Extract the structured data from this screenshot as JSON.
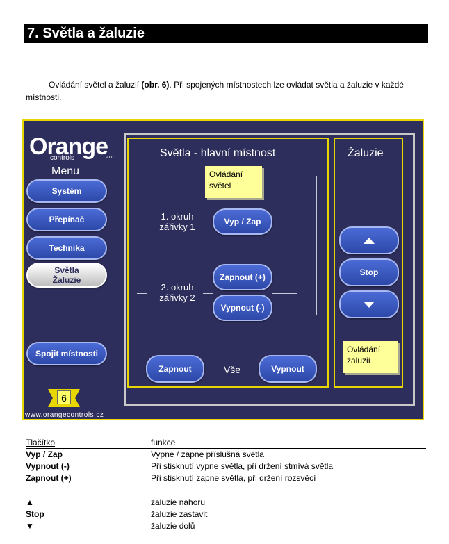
{
  "heading": "7.  Světla a žaluzie",
  "intro": {
    "part1": "Ovládání světel a žaluzií ",
    "bold": "(obr. 6)",
    "part2": ". Při spojených místnostech lze ovládat světla a žaluzie v každé místnosti."
  },
  "panel": {
    "logo": {
      "brand": "Orange",
      "sub": "controls",
      "suffix": "s.r.o."
    },
    "menu_title": "Menu",
    "menu_items": [
      "Systém",
      "Přepínač",
      "Technika"
    ],
    "active_item": {
      "line1": "Světla",
      "line2": "Žaluzie"
    },
    "join_button": "Spojit místnosti",
    "figure_number": "6",
    "url": "www.orangecontrols.cz",
    "lights": {
      "title": "Světla - hlavní místnost",
      "note": {
        "line1": "Ovládání",
        "line2": "světel"
      },
      "circuit1": {
        "line1": "1. okruh",
        "line2": "zářivky 1",
        "button": "Vyp / Zap"
      },
      "circuit2": {
        "line1": "2. okruh",
        "line2": "zářivky 2",
        "on_button": "Zapnout (+)",
        "off_button": "Vypnout (-)"
      },
      "all_on": "Zapnout",
      "all_label": "Vše",
      "all_off": "Vypnout"
    },
    "blinds": {
      "title": "Žaluzie",
      "stop": "Stop",
      "note": {
        "line1": "Ovládání",
        "line2": "žaluzií"
      }
    }
  },
  "legend": {
    "col1_header": "Tlačítko",
    "col2_header": "funkce",
    "rows": [
      {
        "key": "Vyp / Zap",
        "value": "Vypne / zapne příslušná světla"
      },
      {
        "key": "Vypnout (-)",
        "value": "Při stisknutí vypne světla, při držení stmívá světla"
      },
      {
        "key": "Zapnout (+)",
        "value": "Při stisknutí zapne světla, při držení rozsvěcí"
      }
    ],
    "rows2": [
      {
        "key": "▲",
        "value": "žaluzie nahoru"
      },
      {
        "key": "Stop",
        "value": "žaluzie zastavit"
      },
      {
        "key": "▼",
        "value": "žaluzie dolů"
      }
    ]
  },
  "colors": {
    "panel_bg": "#2e2e5c",
    "accent": "#e8d600",
    "button": "#3c5bc4",
    "note": "#ffff99"
  }
}
